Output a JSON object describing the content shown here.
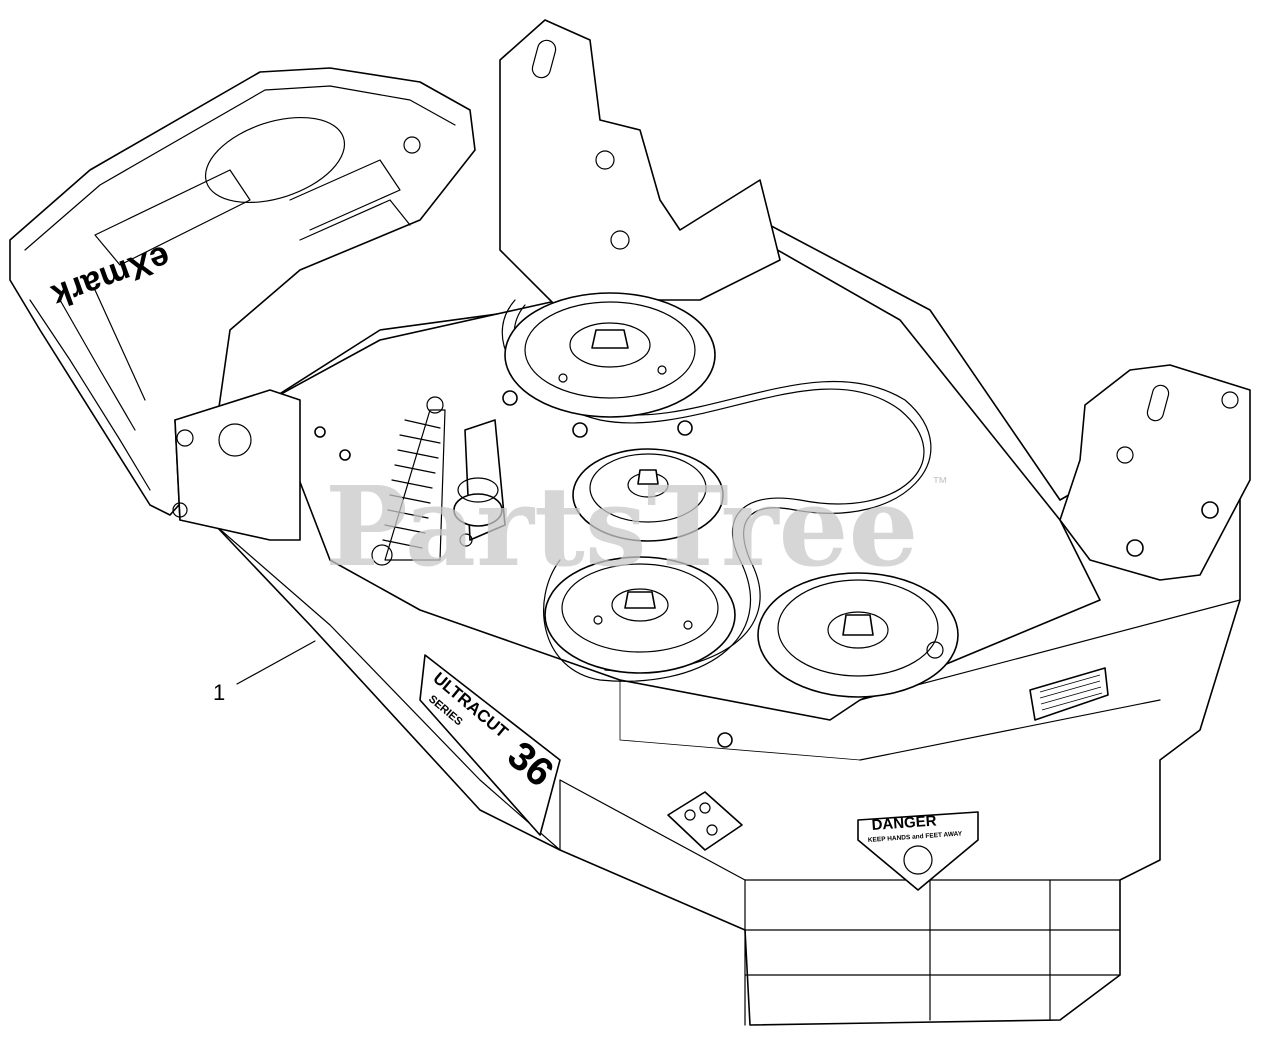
{
  "watermark": {
    "text": "PartsTree",
    "trademark": "™"
  },
  "callouts": [
    {
      "label": "1"
    }
  ],
  "decals": {
    "brand_logo": "eXmark",
    "deck_badge_line1": "ULTRACUT",
    "deck_badge_line2": "SERIES",
    "deck_size": "36",
    "danger_title": "DANGER",
    "danger_text": "KEEP HANDS and FEET AWAY"
  },
  "icons": [
    "pulley-icon",
    "spring-icon",
    "bolt-icon"
  ]
}
